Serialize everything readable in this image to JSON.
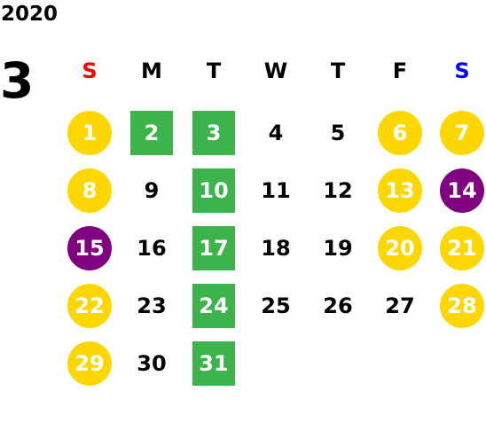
{
  "calendar": {
    "year": "2020",
    "month": "3",
    "weekdays": [
      {
        "label": "S",
        "color": "#ff0000"
      },
      {
        "label": "M",
        "color": "#000000"
      },
      {
        "label": "T",
        "color": "#000000"
      },
      {
        "label": "W",
        "color": "#000000"
      },
      {
        "label": "T",
        "color": "#000000"
      },
      {
        "label": "F",
        "color": "#000000"
      },
      {
        "label": "S",
        "color": "#0000ff"
      }
    ],
    "marker_colors": {
      "weekend": "#ffd700",
      "holiday": "#800080",
      "highlight": "#3cb44b"
    },
    "first_weekday_index": 0,
    "days": [
      {
        "day": "1",
        "marker": "weekend"
      },
      {
        "day": "2",
        "marker": "highlight"
      },
      {
        "day": "3",
        "marker": "highlight"
      },
      {
        "day": "4",
        "marker": "none"
      },
      {
        "day": "5",
        "marker": "none"
      },
      {
        "day": "6",
        "marker": "weekend"
      },
      {
        "day": "7",
        "marker": "weekend"
      },
      {
        "day": "8",
        "marker": "weekend"
      },
      {
        "day": "9",
        "marker": "none"
      },
      {
        "day": "10",
        "marker": "highlight"
      },
      {
        "day": "11",
        "marker": "none"
      },
      {
        "day": "12",
        "marker": "none"
      },
      {
        "day": "13",
        "marker": "weekend"
      },
      {
        "day": "14",
        "marker": "holiday"
      },
      {
        "day": "15",
        "marker": "holiday"
      },
      {
        "day": "16",
        "marker": "none"
      },
      {
        "day": "17",
        "marker": "highlight"
      },
      {
        "day": "18",
        "marker": "none"
      },
      {
        "day": "19",
        "marker": "none"
      },
      {
        "day": "20",
        "marker": "weekend"
      },
      {
        "day": "21",
        "marker": "weekend"
      },
      {
        "day": "22",
        "marker": "weekend"
      },
      {
        "day": "23",
        "marker": "none"
      },
      {
        "day": "24",
        "marker": "highlight"
      },
      {
        "day": "25",
        "marker": "none"
      },
      {
        "day": "26",
        "marker": "none"
      },
      {
        "day": "27",
        "marker": "none"
      },
      {
        "day": "28",
        "marker": "weekend"
      },
      {
        "day": "29",
        "marker": "weekend"
      },
      {
        "day": "30",
        "marker": "none"
      },
      {
        "day": "31",
        "marker": "highlight"
      }
    ]
  }
}
